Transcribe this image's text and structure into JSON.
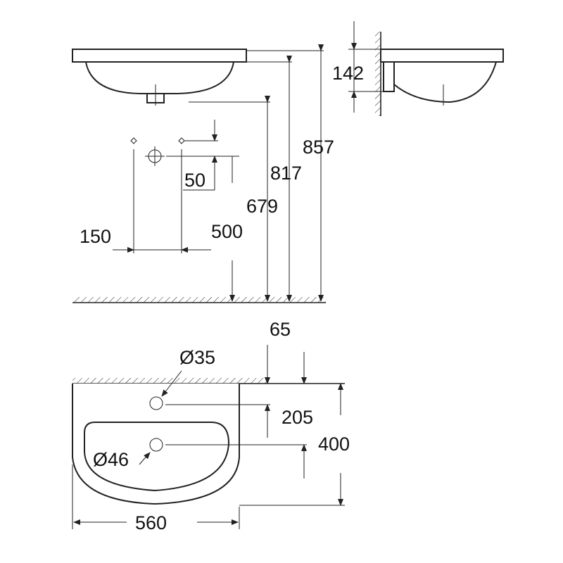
{
  "drawing": {
    "colors": {
      "line": "#222222",
      "background": "#ffffff"
    },
    "elevation_dims": {
      "overflow_height": "142",
      "total_height": "857",
      "rim_height": "817",
      "drain_height": "679",
      "hole_spacing_vertical": "50",
      "tap_hole_height": "500",
      "fixing_spacing": "150"
    },
    "plan_dims": {
      "tap_hole_offset": "65",
      "tap_hole_diameter": "Ø35",
      "tap_hole_depth": "205",
      "depth": "400",
      "drain_diameter": "Ø46",
      "width": "560"
    }
  }
}
